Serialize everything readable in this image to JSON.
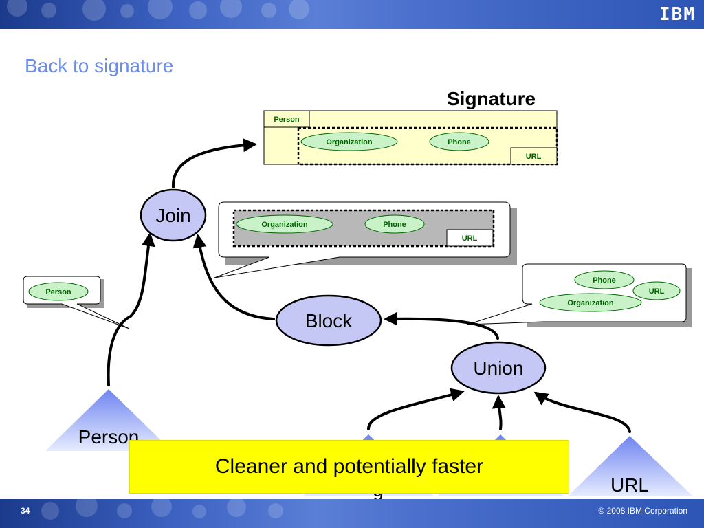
{
  "slide": {
    "title": "Back to signature",
    "logo": "IBM",
    "page_number": "34",
    "copyright": "© 2008 IBM Corporation"
  },
  "signature": {
    "heading": "Signature",
    "person": "Person",
    "organization": "Organization",
    "phone": "Phone",
    "url": "URL"
  },
  "join_bubble": {
    "organization": "Organization",
    "phone": "Phone",
    "url": "URL"
  },
  "person_bubble": {
    "person": "Person"
  },
  "union_bubble": {
    "phone": "Phone",
    "url": "URL",
    "organization": "Organization"
  },
  "nodes": {
    "join": "Join",
    "block": "Block",
    "union": "Union",
    "person": "Person",
    "url": "URL"
  },
  "callout": "Cleaner and potentially faster",
  "colors": {
    "title": "#6b8ce8",
    "node_fill": "#c5c8f5",
    "ellipse_fill": "#c9f2c9",
    "ellipse_text": "#006400",
    "signature_fill": "#ffffcc",
    "callout": "#ffff00"
  }
}
